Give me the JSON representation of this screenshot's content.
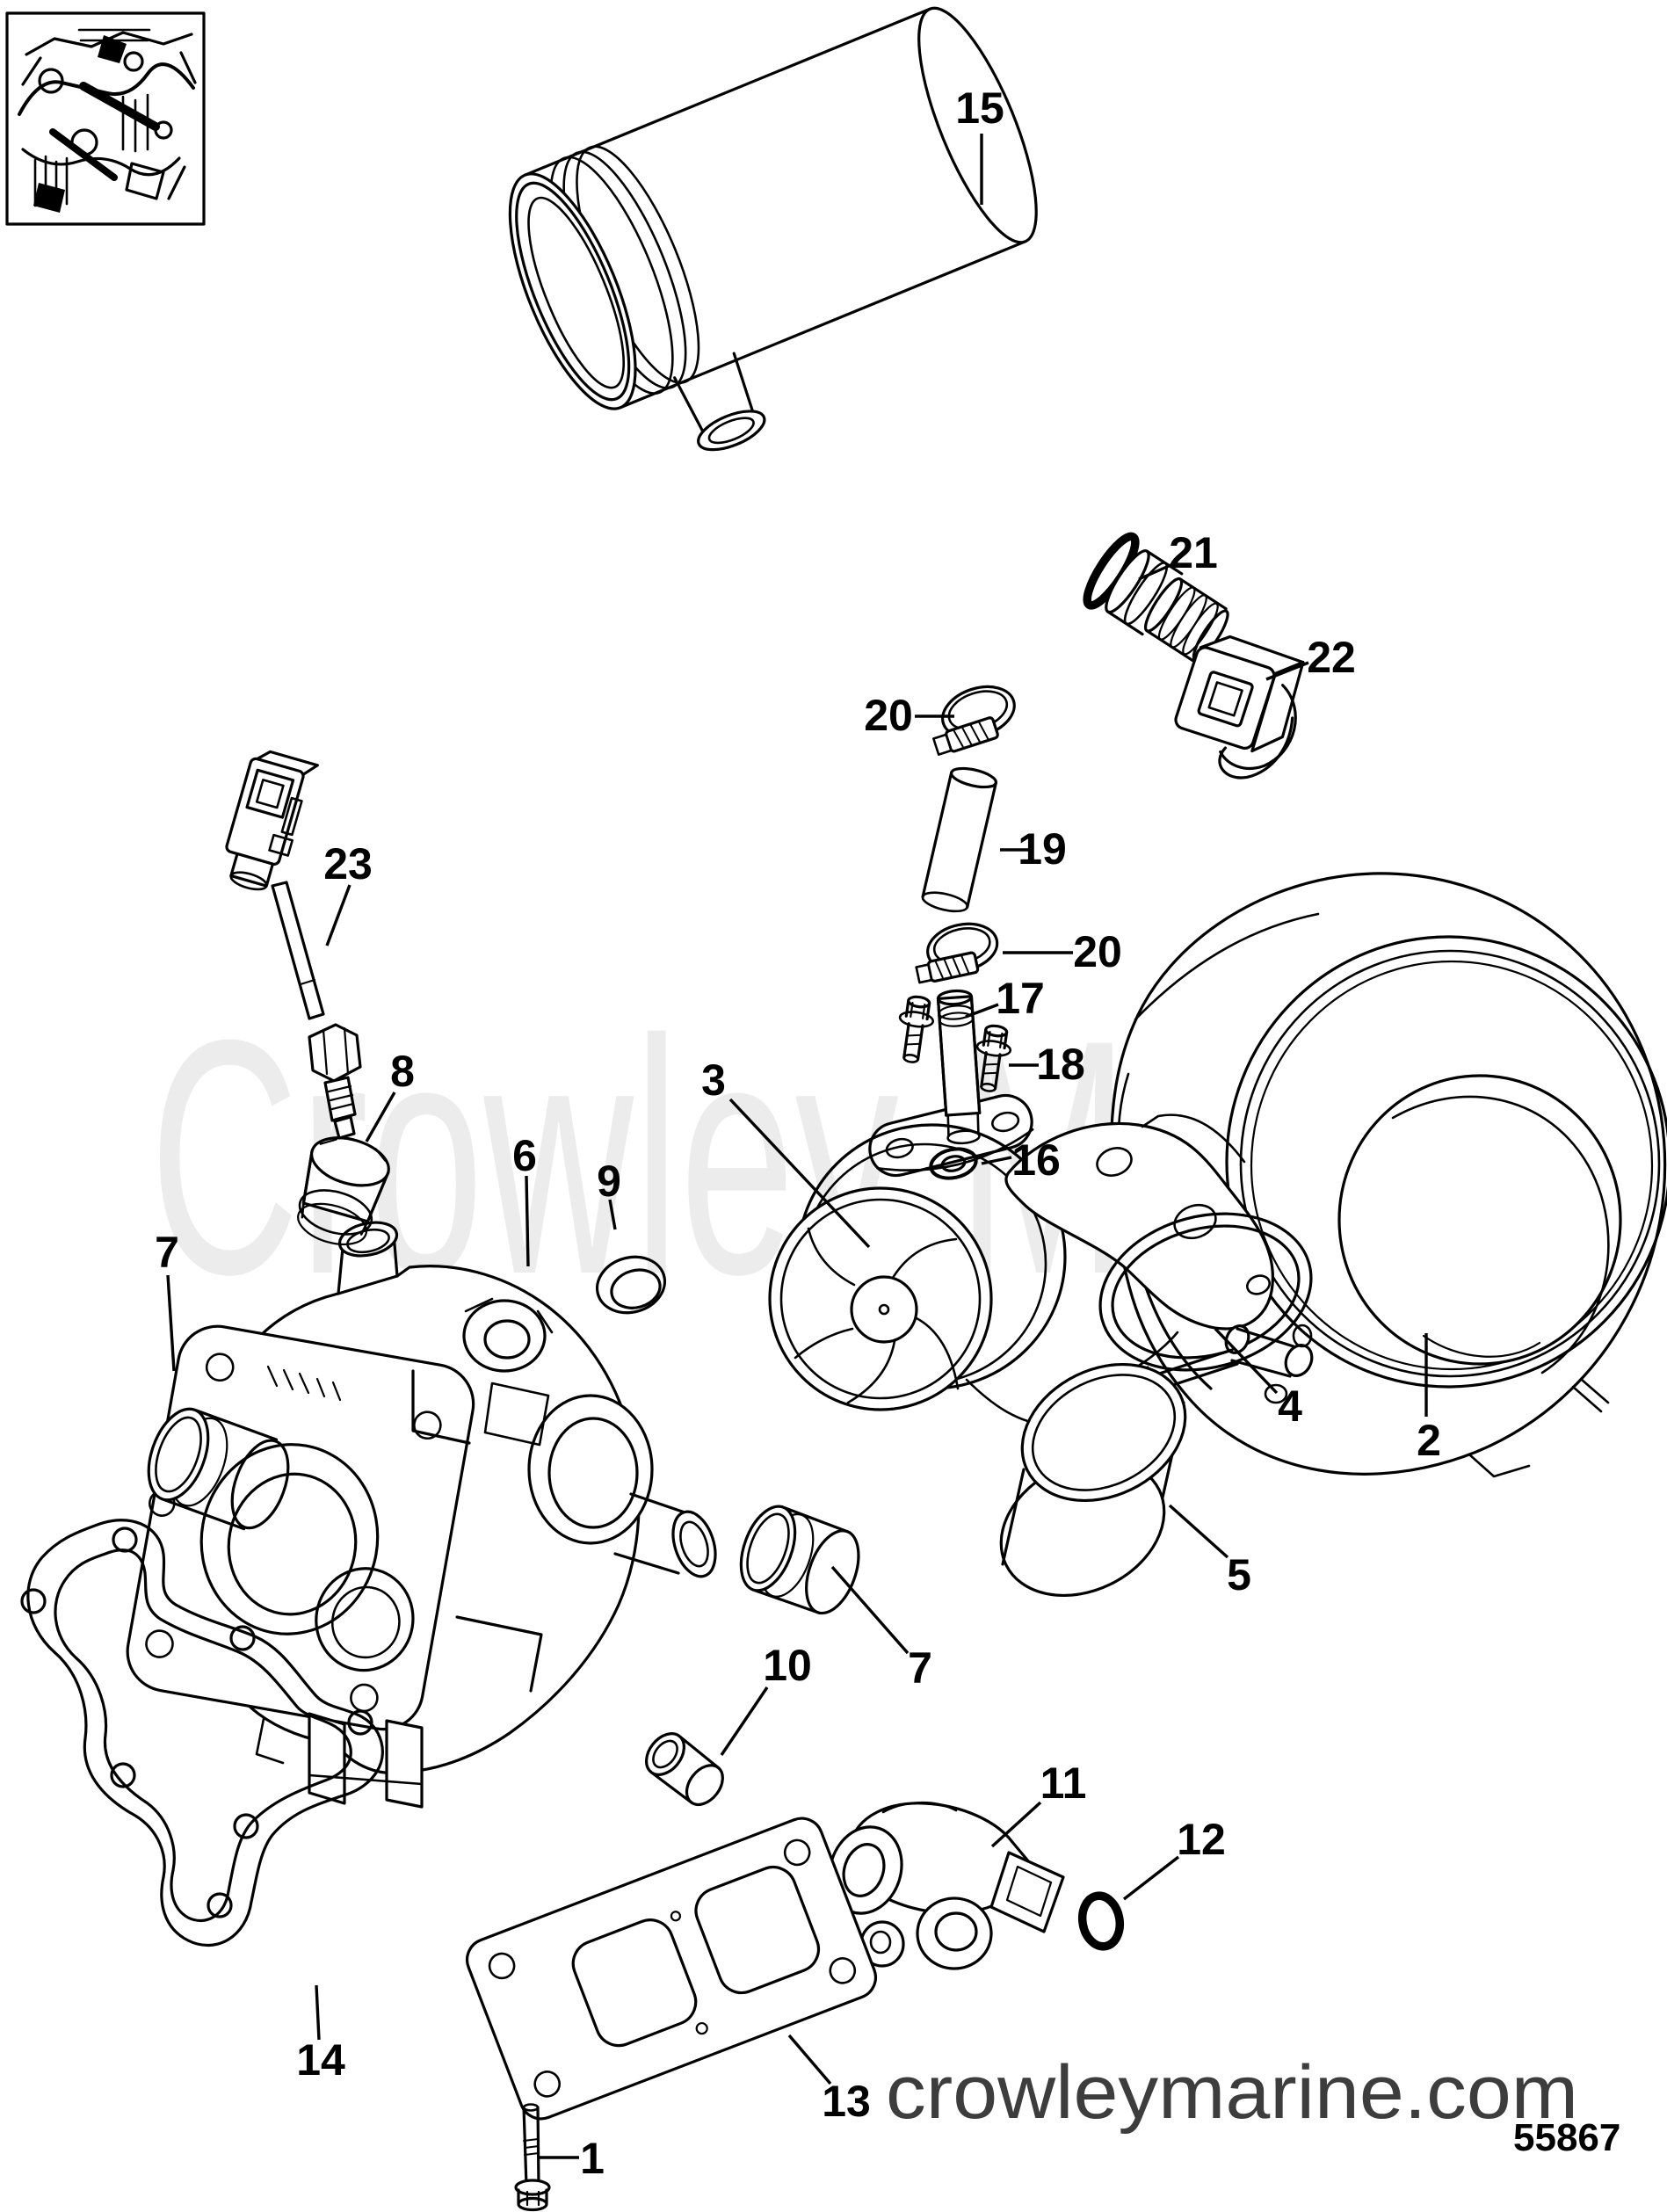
{
  "page": {
    "watermark": "Crowley Marine",
    "footer": {
      "site": "crowleymarine.com",
      "doc_number": "55867"
    }
  },
  "callouts": {
    "c1": "1",
    "c2": "2",
    "c3": "3",
    "c4": "4",
    "c5": "5",
    "c6": "6",
    "c7": "7",
    "c7b": "7",
    "c8": "8",
    "c9": "9",
    "c10": "10",
    "c11": "11",
    "c12": "12",
    "c13": "13",
    "c14": "14",
    "c15": "15",
    "c16": "16",
    "c17": "17",
    "c18": "18",
    "c19": "19",
    "c20": "20",
    "c20b": "20",
    "c21": "21",
    "c22": "22",
    "c23": "23"
  }
}
